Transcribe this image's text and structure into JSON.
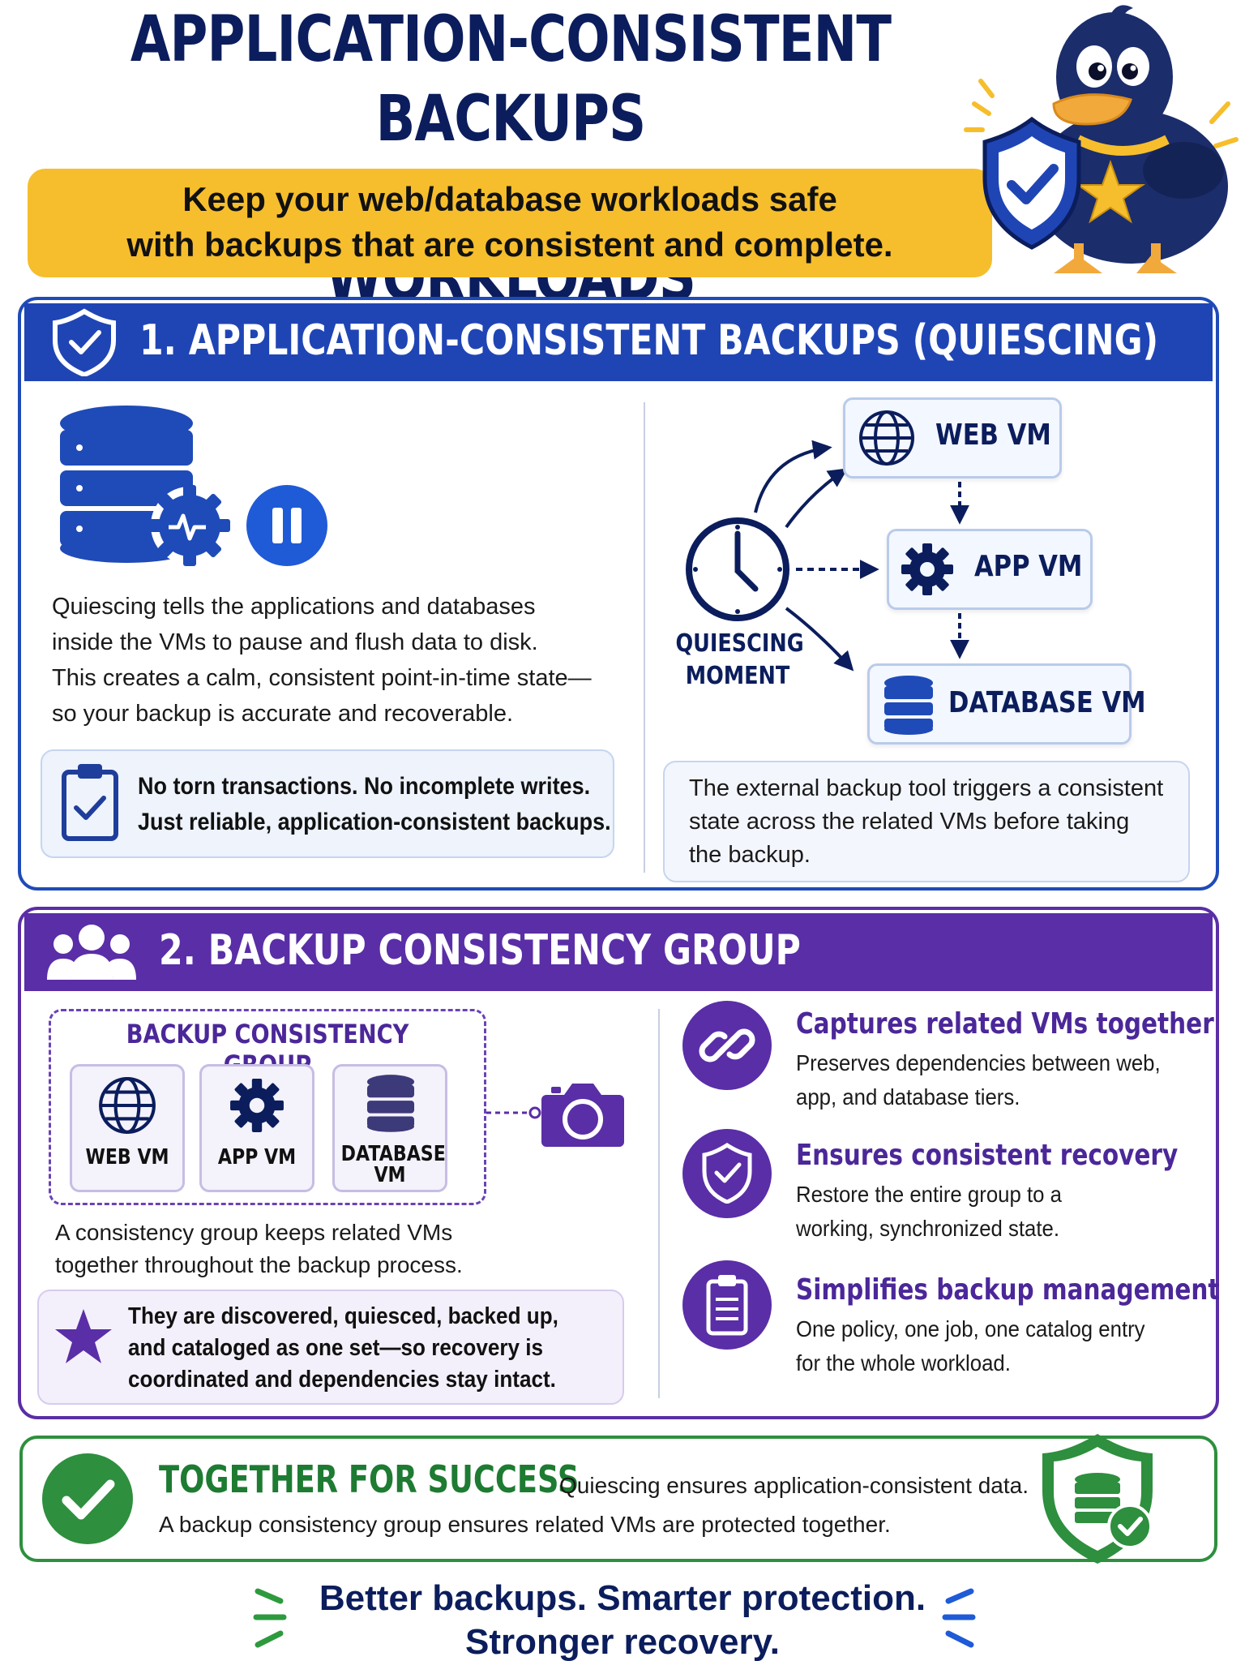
{
  "header": {
    "title_line1": "APPLICATION-CONSISTENT BACKUPS",
    "title_line2": "FOR MULTI-VM WORKLOADS",
    "subtitle_line1": "Keep your web/database workloads safe",
    "subtitle_line2": "with backups that are consistent and complete."
  },
  "section1": {
    "title": "1. APPLICATION-CONSISTENT BACKUPS (QUIESCING)",
    "description": [
      "Quiescing tells the applications and databases",
      "inside the VMs to pause and flush data to disk.",
      "This creates a calm, consistent point-in-time state—",
      "so your backup is accurate and recoverable."
    ],
    "callout_lines": [
      "No torn transactions. No incomplete writes.",
      "Just reliable, application-consistent backups."
    ],
    "diagram": {
      "clock_label_line1": "QUIESCING",
      "clock_label_line2": "MOMENT",
      "web_vm": "WEB VM",
      "app_vm": "APP VM",
      "database_vm": "DATABASE VM"
    },
    "note_lines": [
      "The external backup tool triggers a consistent",
      "state across the related VMs before taking",
      "the backup."
    ]
  },
  "section2": {
    "title": "2. BACKUP CONSISTENCY GROUP",
    "group_title": "BACKUP CONSISTENCY GROUP",
    "group_items": {
      "web": "WEB VM",
      "app": "APP VM",
      "db_line1": "DATABASE",
      "db_line2": "VM"
    },
    "description": [
      "A consistency group keeps related VMs",
      "together throughout the backup process."
    ],
    "callout_lines": [
      "They are discovered, quiesced, backed up,",
      "and cataloged as one set—so recovery is",
      "coordinated and dependencies stay intact."
    ],
    "features": [
      {
        "icon": "link-icon",
        "title": "Captures related VMs together",
        "desc1": "Preserves dependencies between web,",
        "desc2": "app, and database tiers."
      },
      {
        "icon": "shield-check-icon",
        "title": "Ensures consistent recovery",
        "desc1": "Restore the entire group to a",
        "desc2": "working, synchronized state."
      },
      {
        "icon": "clipboard-icon",
        "title": "Simplifies backup management",
        "desc1": "One policy, one job, one catalog entry",
        "desc2": "for the whole workload."
      }
    ]
  },
  "section3": {
    "title": "TOGETHER FOR SUCCESS",
    "line1": "Quiescing ensures application-consistent data.",
    "line2": "A backup consistency group ensures related VMs are protected together."
  },
  "footer": {
    "line1": "Better backups. Smarter protection.",
    "line2": "Stronger recovery."
  },
  "colors": {
    "navy": "#0b1d5c",
    "blue": "#1f45b5",
    "purple": "#5a2ea6",
    "green": "#2e8f3e",
    "yellow": "#f6be2c"
  }
}
